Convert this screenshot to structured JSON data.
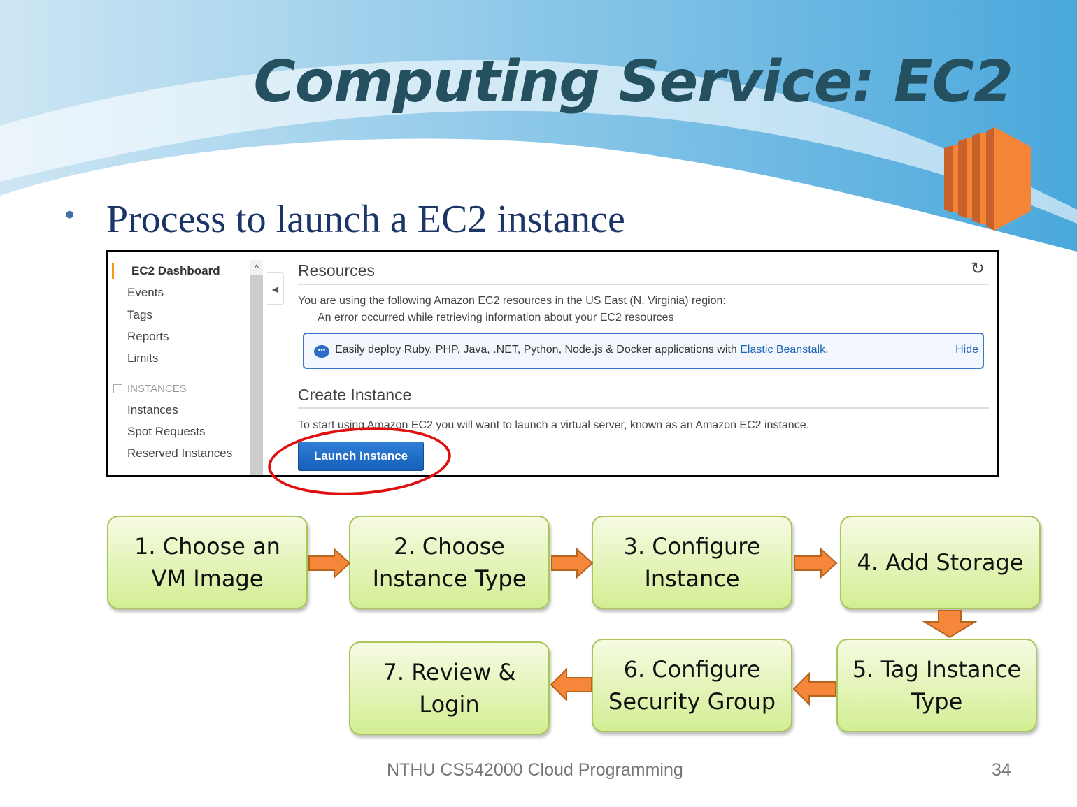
{
  "slide": {
    "title": "Computing Service: EC2",
    "bullet": "Process to launch a EC2 instance",
    "footer": "NTHU CS542000 Cloud Programming",
    "page_number": "34"
  },
  "console": {
    "sidebar": {
      "items": [
        "EC2 Dashboard",
        "Events",
        "Tags",
        "Reports",
        "Limits"
      ],
      "section": "INSTANCES",
      "section_items": [
        "Instances",
        "Spot Requests",
        "Reserved Instances"
      ]
    },
    "resources_heading": "Resources",
    "resources_text": "You are using the following Amazon EC2 resources in the US East (N. Virginia) region:",
    "error_text": "An error occurred while retrieving information about your EC2 resources",
    "banner": {
      "text": "Easily deploy Ruby, PHP, Java, .NET, Python, Node.js & Docker applications with",
      "link": "Elastic Beanstalk",
      "suffix": ".",
      "hide": "Hide"
    },
    "create_heading": "Create Instance",
    "create_text": "To start using Amazon EC2 you will want to launch a virtual server, known as an Amazon EC2 instance.",
    "launch_button": "Launch Instance"
  },
  "steps": [
    "1. Choose an VM Image",
    "2. Choose Instance Type",
    "3. Configure Instance",
    "4. Add Storage",
    "5. Tag Instance Type",
    "6. Configure Security Group",
    "7. Review & Login"
  ],
  "colors": {
    "accent_orange": "#f5863a",
    "title": "#24505f",
    "step_fill": "#d3ee93"
  }
}
